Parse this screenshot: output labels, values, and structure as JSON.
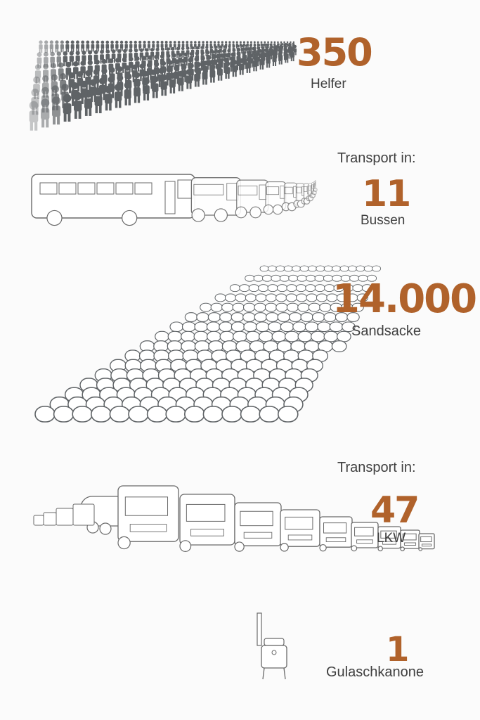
{
  "helfer": {
    "number": "350",
    "label": "Helfer"
  },
  "busse": {
    "intro": "Transport in:",
    "number": "11",
    "label": "Bussen"
  },
  "sandsacke": {
    "number": "14.000",
    "label": "Sandsacke"
  },
  "lkw": {
    "intro": "Transport in:",
    "number": "47",
    "label": "LKW"
  },
  "gulasch": {
    "number": "1",
    "label": "Gulaschkanone"
  },
  "colors": {
    "accent": "#b0622b",
    "icon_gray": "#5f6366",
    "line_gray": "#6a6a6a",
    "background": "#fbfbfb"
  }
}
